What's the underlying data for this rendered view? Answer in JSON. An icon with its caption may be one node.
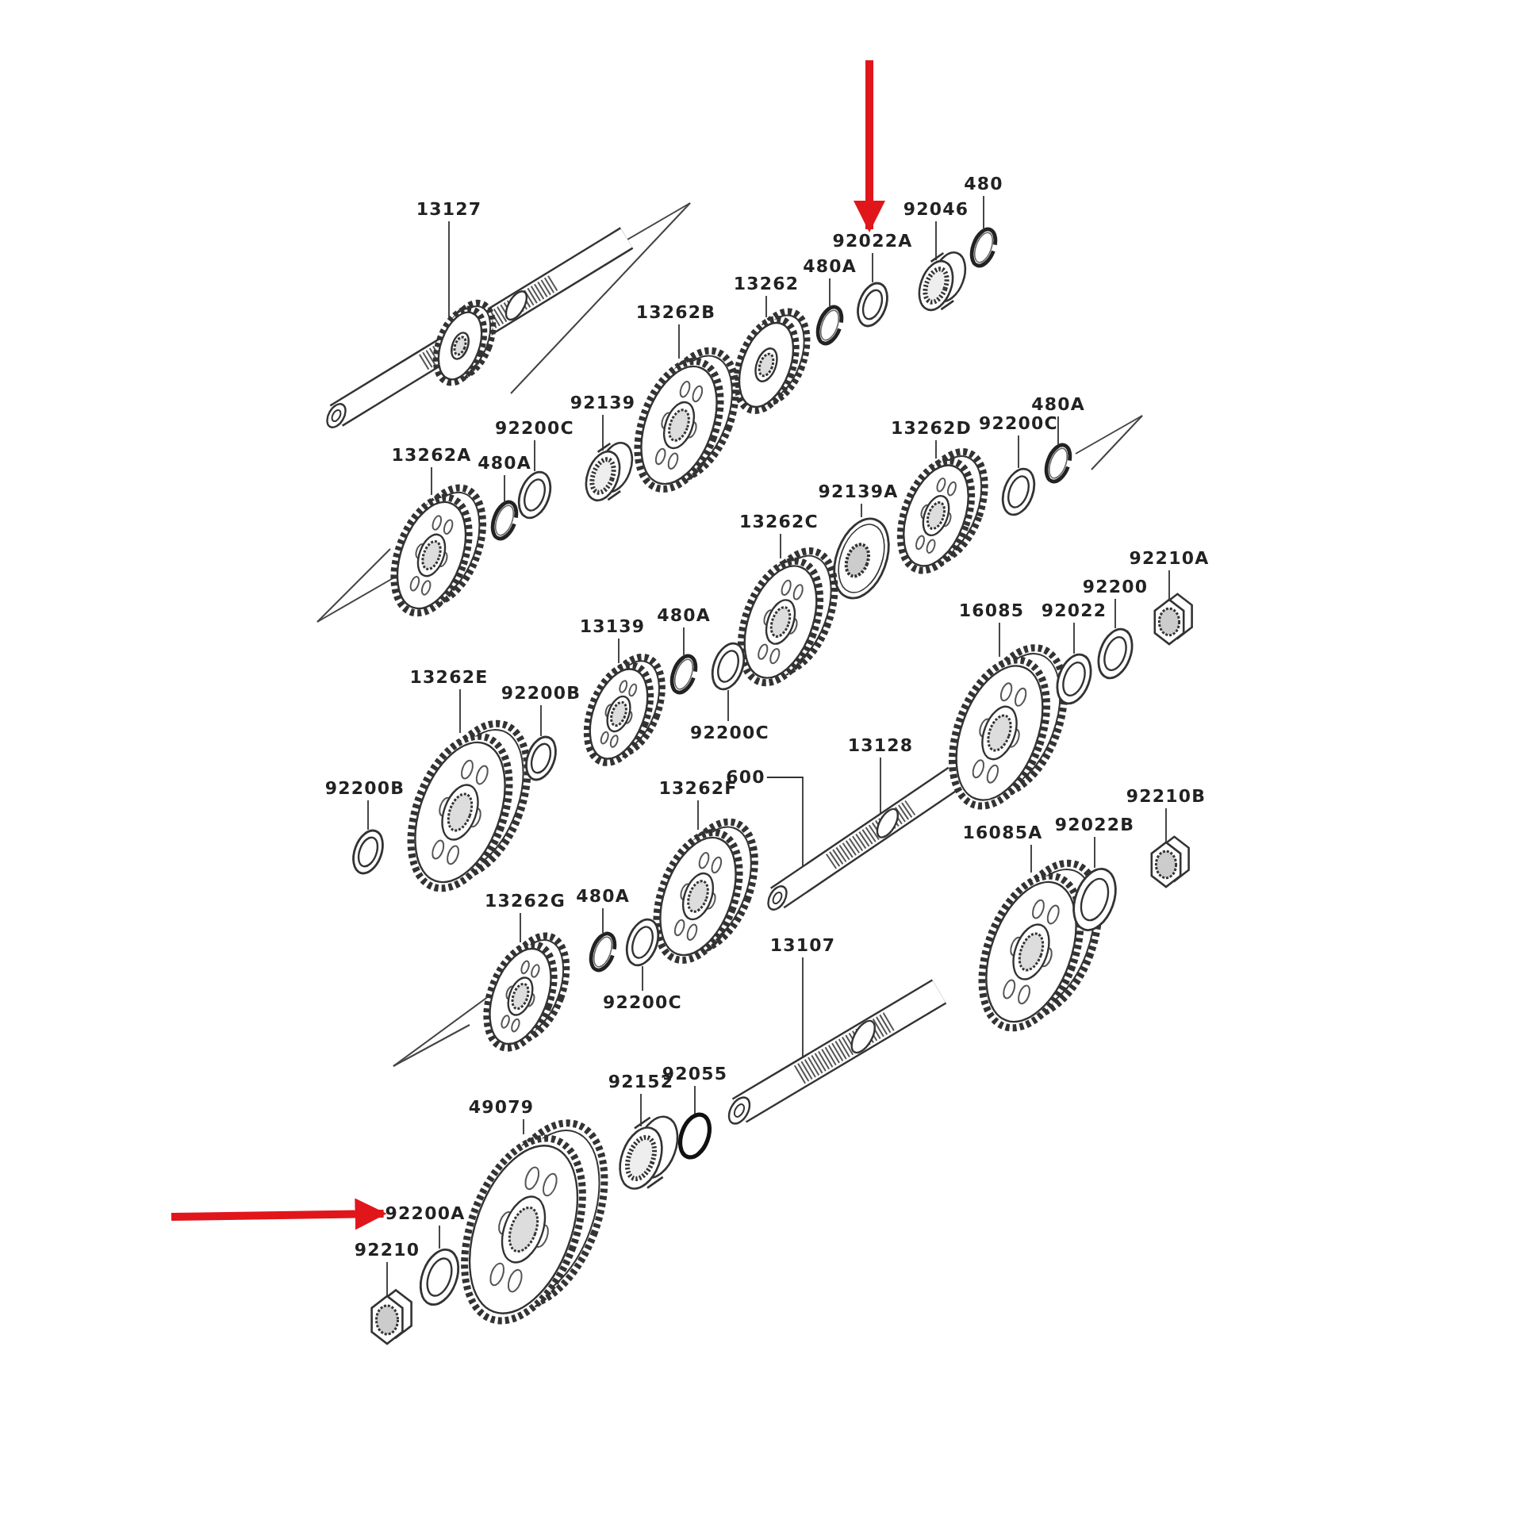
{
  "diagram": {
    "nodes": [
      {
        "text": [
          "13127"
        ]
      },
      {
        "text": [],
        "shape": "shaft"
      },
      {
        "text": [
          "480"
        ]
      },
      {
        "text": [],
        "shape": "circlip"
      },
      {
        "text": [
          "92046"
        ]
      },
      {
        "text": [],
        "shape": "bearing"
      },
      {
        "text": [
          "92022A"
        ]
      },
      {
        "text": [],
        "shape": "washer"
      },
      {
        "text": [
          "480A"
        ]
      },
      {
        "text": [],
        "shape": "circlip"
      },
      {
        "text": [
          "13262"
        ]
      },
      {
        "text": [],
        "shape": "gear"
      },
      {
        "text": [
          "13262B"
        ]
      },
      {
        "text": [],
        "shape": "gear"
      },
      {
        "text": [
          "92139"
        ]
      },
      {
        "text": [],
        "shape": "bearing"
      },
      {
        "text": [
          "92200C"
        ]
      },
      {
        "text": [],
        "shape": "washer"
      },
      {
        "text": [
          "480A"
        ]
      },
      {
        "text": [],
        "shape": "circlip"
      },
      {
        "text": [
          "13262A"
        ]
      },
      {
        "text": [],
        "shape": "gear"
      },
      {
        "text": [
          "13262D"
        ]
      },
      {
        "text": [],
        "shape": "gear"
      },
      {
        "text": [
          "92200C"
        ]
      },
      {
        "text": [],
        "shape": "washer"
      },
      {
        "text": [
          "480A"
        ]
      },
      {
        "text": [],
        "shape": "circlip"
      },
      {
        "text": [
          "92139A"
        ]
      },
      {
        "text": [],
        "shape": "bearing"
      },
      {
        "text": [
          "13262C"
        ]
      },
      {
        "text": [],
        "shape": "gear"
      },
      {
        "text": [
          "16085"
        ]
      },
      {
        "text": [],
        "shape": "gear"
      },
      {
        "text": [
          "92022"
        ]
      },
      {
        "text": [],
        "shape": "washer"
      },
      {
        "text": [
          "92200"
        ]
      },
      {
        "text": [],
        "shape": "washer"
      },
      {
        "text": [
          "92210A"
        ]
      },
      {
        "text": [],
        "shape": "nut"
      },
      {
        "text": [
          "13139"
        ]
      },
      {
        "text": [],
        "shape": "gear"
      },
      {
        "text": [
          "480A"
        ]
      },
      {
        "text": [],
        "shape": "circlip"
      },
      {
        "text": [
          "92200C"
        ]
      },
      {
        "text": [],
        "shape": "washer"
      },
      {
        "text": [
          "13262E"
        ]
      },
      {
        "text": [],
        "shape": "gear"
      },
      {
        "text": [
          "92200B"
        ]
      },
      {
        "text": [],
        "shape": "washer"
      },
      {
        "text": [
          "92200B"
        ]
      },
      {
        "text": [],
        "shape": "washer"
      },
      {
        "text": [
          "13128"
        ]
      },
      {
        "text": [],
        "shape": "shaft"
      },
      {
        "text": [
          "600"
        ]
      },
      {
        "text": [
          "13262F"
        ]
      },
      {
        "text": [],
        "shape": "gear"
      },
      {
        "text": [
          "16085A"
        ]
      },
      {
        "text": [],
        "shape": "gear"
      },
      {
        "text": [
          "92022B"
        ]
      },
      {
        "text": [],
        "shape": "washer"
      },
      {
        "text": [
          "92210B"
        ]
      },
      {
        "text": [],
        "shape": "nut"
      },
      {
        "text": [
          "13262G"
        ]
      },
      {
        "text": [],
        "shape": "gear"
      },
      {
        "text": [
          "480A"
        ]
      },
      {
        "text": [],
        "shape": "circlip"
      },
      {
        "text": [
          "92200C"
        ]
      },
      {
        "text": [],
        "shape": "washer"
      },
      {
        "text": [
          "13107"
        ]
      },
      {
        "text": [],
        "shape": "shaft"
      },
      {
        "text": [
          "92055"
        ]
      },
      {
        "text": [],
        "shape": "ring"
      },
      {
        "text": [
          "92152"
        ]
      },
      {
        "text": [],
        "shape": "bearing"
      },
      {
        "text": [
          "49079"
        ]
      },
      {
        "text": [],
        "shape": "gear"
      },
      {
        "text": [
          "92200A"
        ]
      },
      {
        "text": [],
        "shape": "washer"
      },
      {
        "text": [
          "92210"
        ]
      },
      {
        "text": [],
        "shape": "nut"
      }
    ],
    "edges": [
      {
        "from": 0,
        "to": 1,
        "arrow": "none"
      },
      {
        "from": 2,
        "to": 3,
        "arrow": "none"
      },
      {
        "from": 4,
        "to": 5,
        "arrow": "none"
      },
      {
        "from": 6,
        "to": 7,
        "arrow": "none"
      },
      {
        "from": 8,
        "to": 9,
        "arrow": "none"
      },
      {
        "from": 10,
        "to": 11,
        "arrow": "none"
      },
      {
        "from": 12,
        "to": 13,
        "arrow": "none"
      },
      {
        "from": 14,
        "to": 15,
        "arrow": "none"
      },
      {
        "from": 16,
        "to": 17,
        "arrow": "none"
      },
      {
        "from": 18,
        "to": 19,
        "arrow": "none"
      },
      {
        "from": 20,
        "to": 21,
        "arrow": "none"
      },
      {
        "from": 22,
        "to": 23,
        "arrow": "none"
      },
      {
        "from": 24,
        "to": 25,
        "arrow": "none"
      },
      {
        "from": 26,
        "to": 27,
        "arrow": "none"
      },
      {
        "from": 28,
        "to": 29,
        "arrow": "none"
      },
      {
        "from": 30,
        "to": 31,
        "arrow": "none"
      },
      {
        "from": 32,
        "to": 33,
        "arrow": "none"
      },
      {
        "from": 34,
        "to": 35,
        "arrow": "none"
      },
      {
        "from": 36,
        "to": 37,
        "arrow": "none"
      },
      {
        "from": 38,
        "to": 39,
        "arrow": "none"
      },
      {
        "from": 40,
        "to": 41,
        "arrow": "none"
      },
      {
        "from": 42,
        "to": 43,
        "arrow": "none"
      },
      {
        "from": 44,
        "to": 45,
        "arrow": "none"
      },
      {
        "from": 46,
        "to": 47,
        "arrow": "none"
      },
      {
        "from": 48,
        "to": 49,
        "arrow": "none"
      },
      {
        "from": 50,
        "to": 51,
        "arrow": "none"
      },
      {
        "from": 52,
        "to": 53,
        "arrow": "none"
      },
      {
        "from": 54,
        "to": 53,
        "arrow": "none"
      },
      {
        "from": 55,
        "to": 56,
        "arrow": "none"
      },
      {
        "from": 57,
        "to": 58,
        "arrow": "none"
      },
      {
        "from": 59,
        "to": 60,
        "arrow": "none"
      },
      {
        "from": 61,
        "to": 62,
        "arrow": "none"
      },
      {
        "from": 63,
        "to": 64,
        "arrow": "none"
      },
      {
        "from": 65,
        "to": 66,
        "arrow": "none"
      },
      {
        "from": 67,
        "to": 68,
        "arrow": "none"
      },
      {
        "from": 69,
        "to": 70,
        "arrow": "none"
      },
      {
        "from": 71,
        "to": 72,
        "arrow": "none"
      },
      {
        "from": 73,
        "to": 74,
        "arrow": "none"
      },
      {
        "from": 75,
        "to": 76,
        "arrow": "none"
      },
      {
        "from": 77,
        "to": 78,
        "arrow": "none"
      },
      {
        "from": 79,
        "to": 80,
        "arrow": "none"
      },
      {
        "from": null,
        "to": 6,
        "arrow": "to",
        "style": "thick",
        "color": "#e0161b"
      },
      {
        "from": null,
        "to": 77,
        "arrow": "to",
        "style": "thick",
        "color": "#e0161b"
      }
    ]
  }
}
